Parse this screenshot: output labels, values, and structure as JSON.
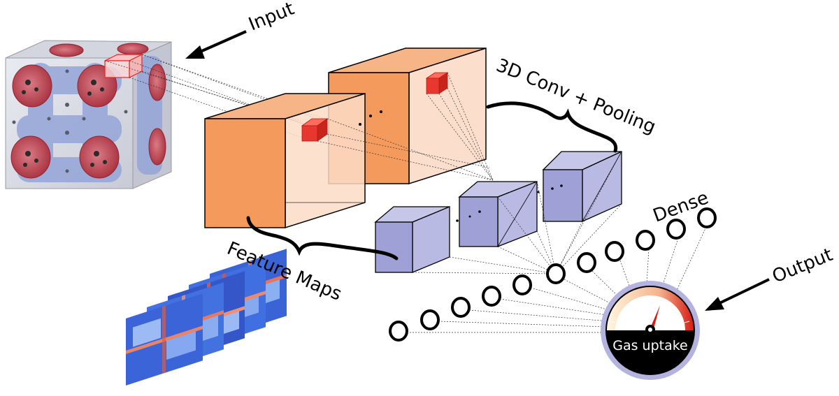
{
  "labels": {
    "input": "Input",
    "conv_pooling": "3D Conv + Pooling",
    "feature_maps": "Feature Maps",
    "dense": "Dense",
    "output": "Output",
    "gauge": "Gas uptake"
  },
  "colors": {
    "orange_front": "#f49a5c",
    "orange_side": "#fbdcc6",
    "kernel_red": "#e8372f",
    "purple_front": "#9fa0d6",
    "purple_side": "#b9bae3",
    "gauge_ring": "#b4b2de",
    "gauge_face": "#000000",
    "map_blue": "#3f6fe0"
  },
  "icons": {
    "input": "porous-crystal-structure-cube",
    "feature_maps": "stacked-heatmap-slices",
    "output": "gauge-dial-icon"
  }
}
